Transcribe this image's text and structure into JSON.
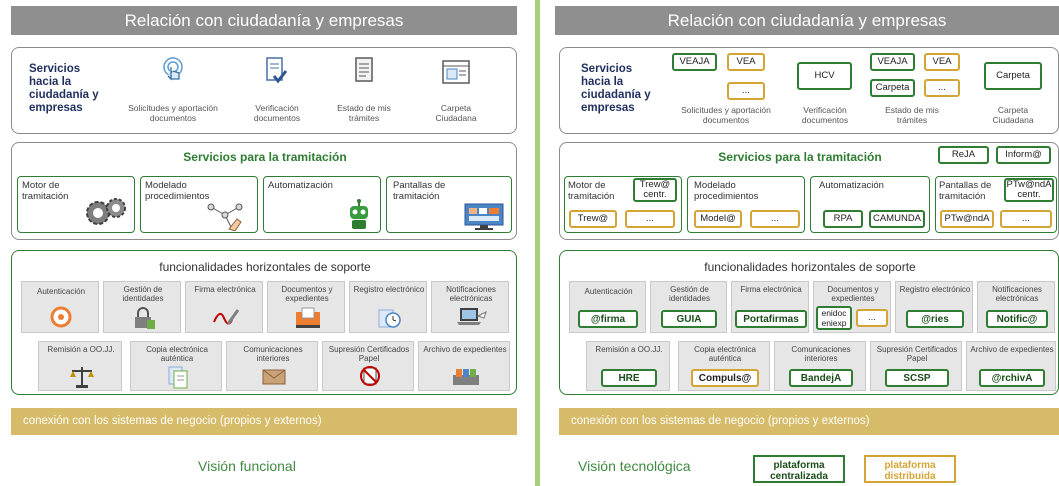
{
  "left": {
    "header": "Relación con ciudadanía y empresas",
    "services_title": "Servicios hacia la ciudadanía y empresas",
    "services": [
      {
        "label": "Solicitudes y aportación documentos",
        "icon": "touch-icon"
      },
      {
        "label": "Verificación documentos",
        "icon": "document-check-icon"
      },
      {
        "label": "Estado de mis trámites",
        "icon": "document-icon"
      },
      {
        "label": "Carpeta Ciudadana",
        "icon": "window-icon"
      }
    ],
    "tramitacion_title": "Servicios para la tramitación",
    "tramitacion": [
      {
        "label": "Motor de tramitación",
        "icon": "gears-icon"
      },
      {
        "label": "Modelado procedimientos",
        "icon": "diagram-icon"
      },
      {
        "label": "Automatización",
        "icon": "robot-icon"
      },
      {
        "label": "Pantallas de tramitación",
        "icon": "monitor-icon"
      }
    ],
    "horizontal_title": "funcionalidades horizontales de soporte",
    "row1": [
      {
        "label": "Autenticación",
        "icon": "at-icon"
      },
      {
        "label": "Gestión de identidades",
        "icon": "lock-icon"
      },
      {
        "label": "Firma electrónica",
        "icon": "signature-icon"
      },
      {
        "label": "Documentos y expedientes",
        "icon": "folder-icon"
      },
      {
        "label": "Registro electrónico",
        "icon": "clock-icon"
      },
      {
        "label": "Notificaciones electrónicas",
        "icon": "laptop-icon"
      }
    ],
    "row2": [
      {
        "label": "Remisión a OO.JJ.",
        "icon": "scales-icon"
      },
      {
        "label": "Copia electrónica auténtica",
        "icon": "copy-icon"
      },
      {
        "label": "Comunicaciones interiores",
        "icon": "envelope-icon"
      },
      {
        "label": "Supresión Certificados Papel",
        "icon": "no-paper-icon"
      },
      {
        "label": "Archivo de expedientes",
        "icon": "archive-icon"
      }
    ],
    "bottom": "conexión con los sistemas de negocio (propios y externos)",
    "caption": "Visión funcional"
  },
  "right": {
    "header": "Relación con ciudadanía y empresas",
    "services_title": "Servicios hacia la ciudadanía y empresas",
    "services": [
      {
        "label": "Solicitudes y aportación documentos",
        "tags": [
          "VEAJA",
          "VEA",
          "..."
        ]
      },
      {
        "label": "Verificación documentos",
        "tags": [
          "HCV"
        ]
      },
      {
        "label": "Estado de mis trámites",
        "tags": [
          "VEAJA",
          "VEA",
          "Carpeta",
          "..."
        ]
      },
      {
        "label": "Carpeta Ciudadana",
        "tags": [
          "Carpeta"
        ]
      }
    ],
    "tramitacion_title": "Servicios para la tramitación",
    "tramitacion_extra": [
      "ReJA",
      "Inform@"
    ],
    "tramitacion": [
      {
        "label": "Motor de tramitación",
        "tags": [
          "Trew@ centr.",
          "Trew@",
          "..."
        ]
      },
      {
        "label": "Modelado procedimientos",
        "tags": [
          "Model@",
          "..."
        ]
      },
      {
        "label": "Automatización",
        "tags": [
          "RPA",
          "CAMUNDA"
        ]
      },
      {
        "label": "Pantallas de tramitación",
        "tags": [
          "PTw@ndA centr.",
          "PTw@ndA",
          "..."
        ]
      }
    ],
    "horizontal_title": "funcionalidades horizontales de soporte",
    "row1": [
      {
        "label": "Autenticación",
        "tags": [
          "@firma"
        ]
      },
      {
        "label": "Gestión de identidades",
        "tags": [
          "GUIA"
        ]
      },
      {
        "label": "Firma electrónica",
        "tags": [
          "Portafirmas"
        ]
      },
      {
        "label": "Documentos y expedientes",
        "tags": [
          "enidoc eniexp",
          "..."
        ]
      },
      {
        "label": "Registro electrónico",
        "tags": [
          "@ries"
        ]
      },
      {
        "label": "Notificaciones electrónicas",
        "tags": [
          "Notific@"
        ]
      }
    ],
    "row2": [
      {
        "label": "Remisión a OO.JJ.",
        "tags": [
          "HRE"
        ]
      },
      {
        "label": "Copia electrónica auténtica",
        "tags": [
          "Compuls@"
        ]
      },
      {
        "label": "Comunicaciones interiores",
        "tags": [
          "BandejA"
        ]
      },
      {
        "label": "Supresión Certificados Papel",
        "tags": [
          "SCSP"
        ]
      },
      {
        "label": "Archivo de expedientes",
        "tags": [
          "@rchivA"
        ]
      }
    ],
    "bottom": "conexión con los sistemas de negocio (propios y externos)",
    "caption": "Visión tecnológica",
    "legend": {
      "centralizada": "plataforma centralizada",
      "distribuida": "plataforma distribuida"
    }
  },
  "colors": {
    "header_bg": "#8f8f8f",
    "green": "#2e7d32",
    "orange": "#d4a536",
    "bottom_bar": "#cfb04f",
    "separator": "#a7d07c",
    "title_navy": "#1f2f5e"
  }
}
